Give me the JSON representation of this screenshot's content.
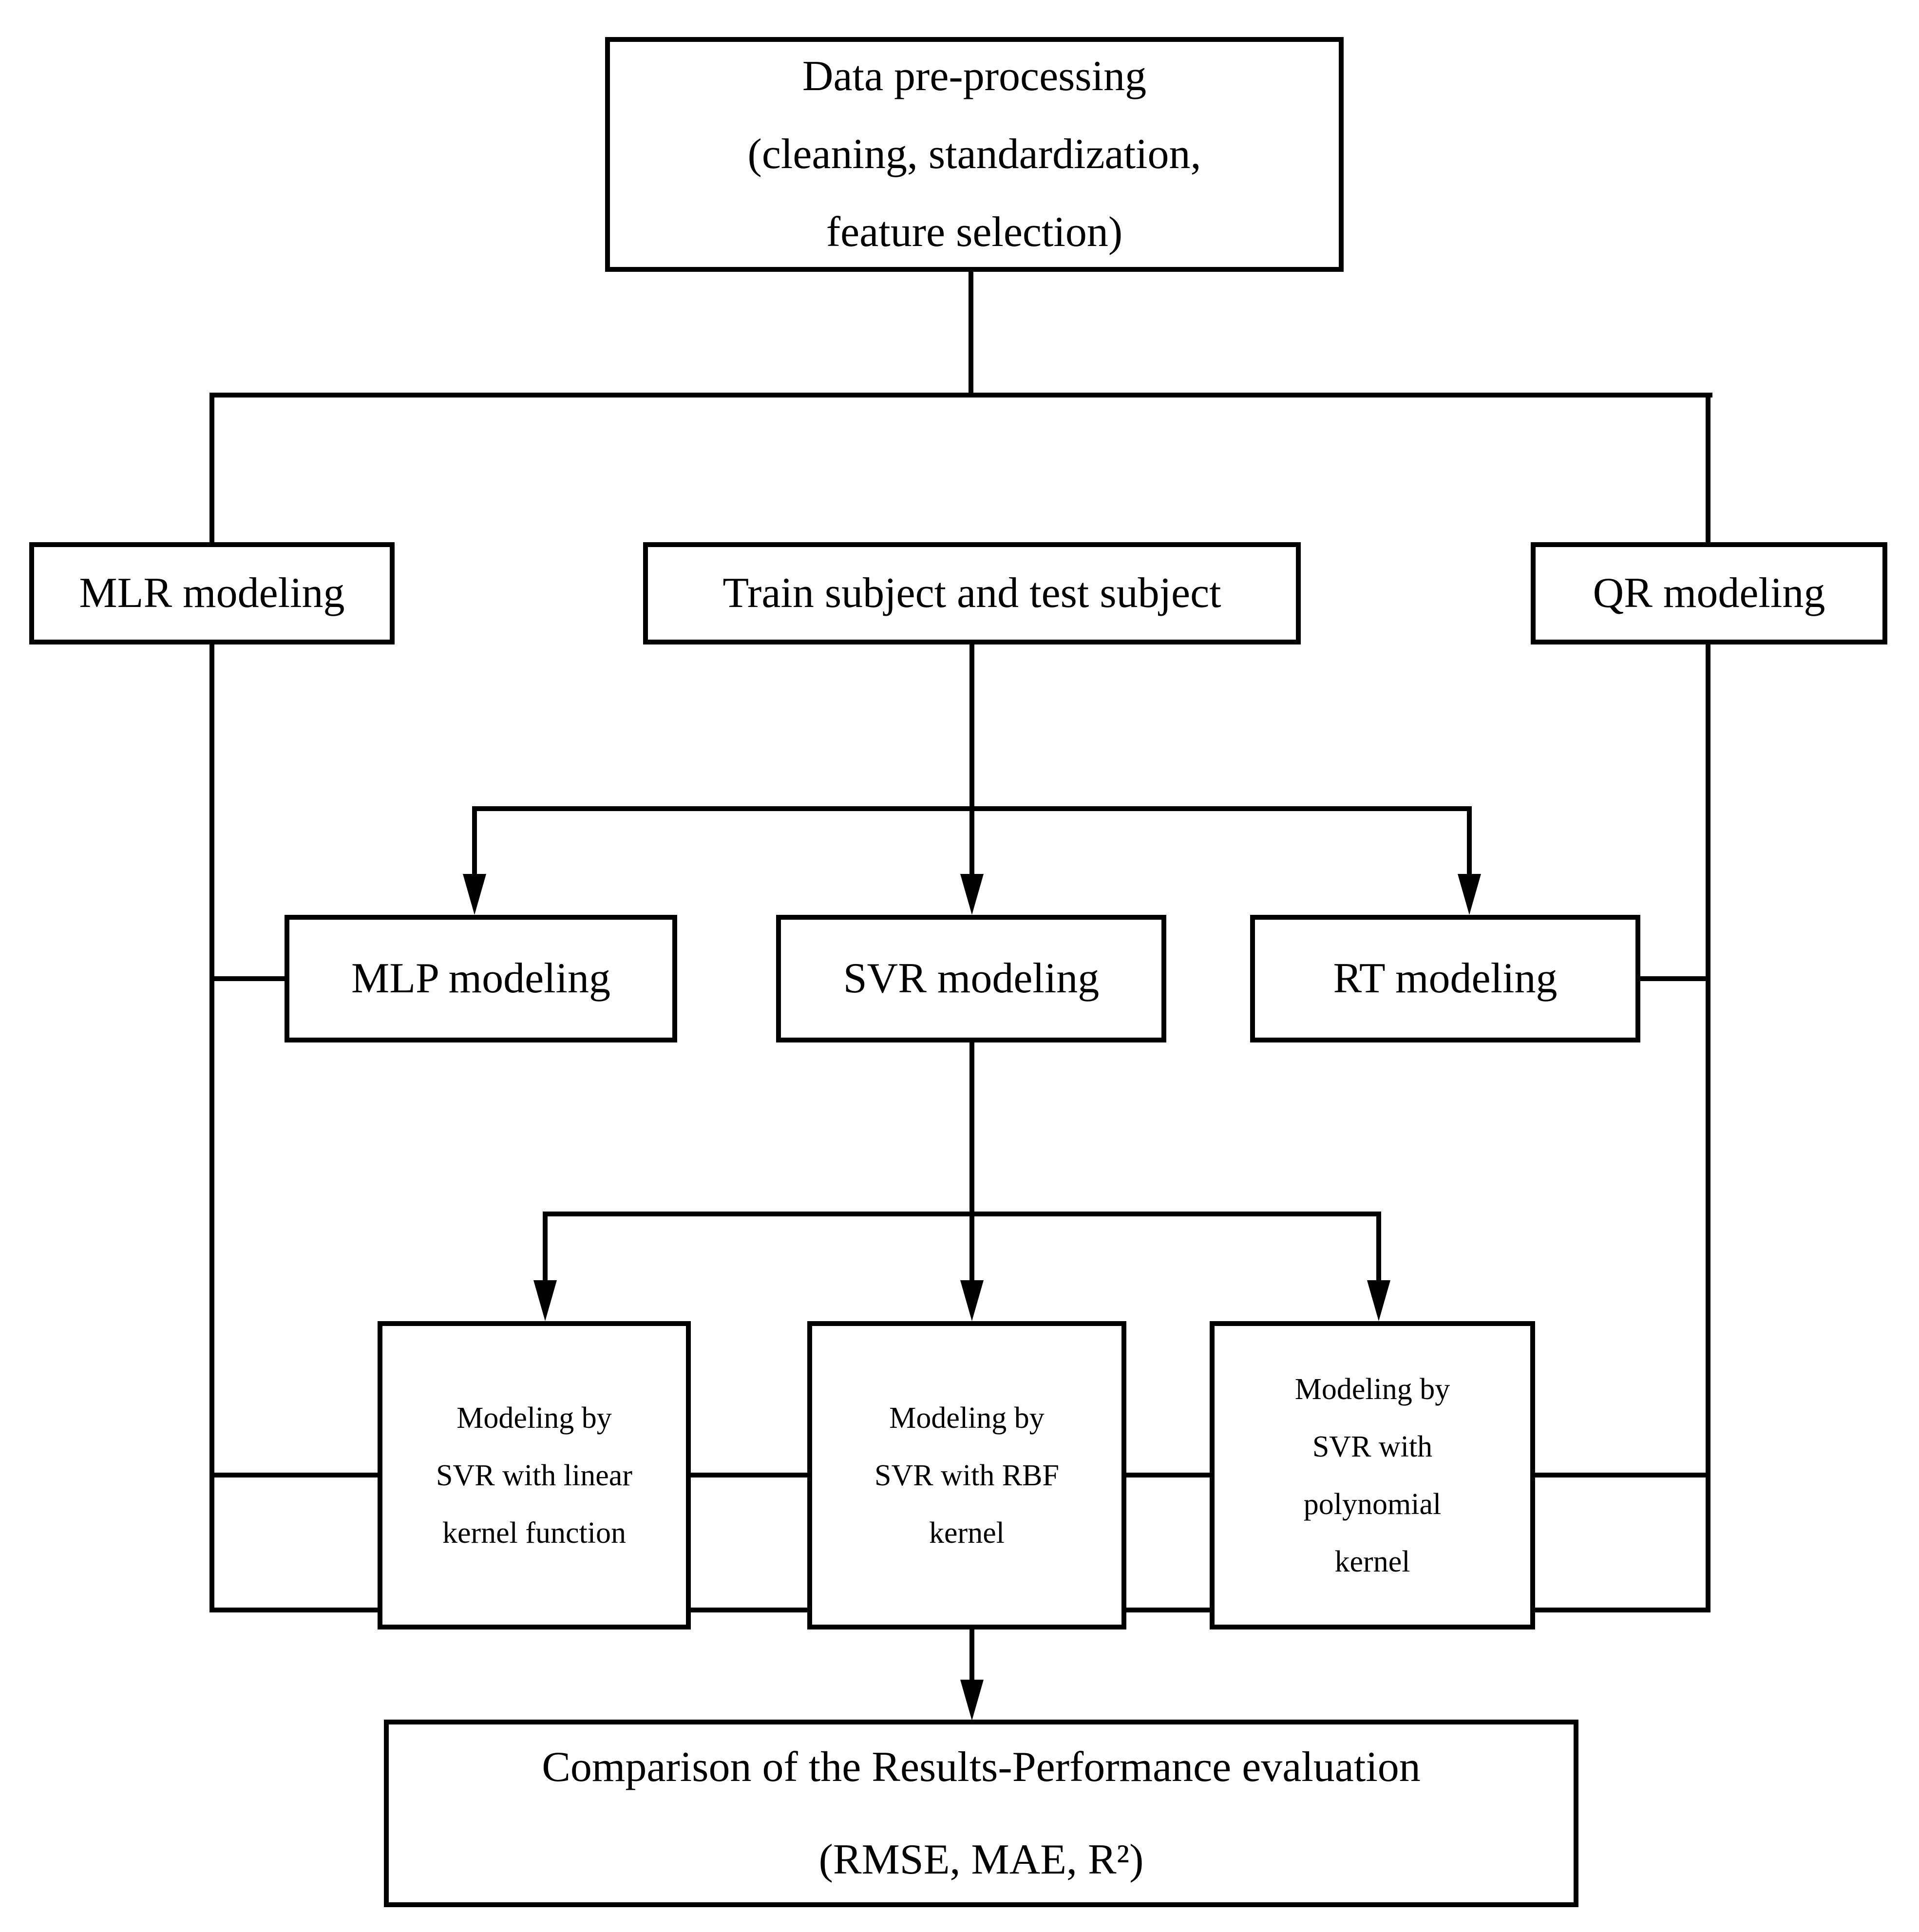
{
  "diagram": {
    "title": "Modeling workflow flowchart",
    "colors": {
      "line": "#000000",
      "background": "#ffffff",
      "text": "#000000"
    },
    "nodes": {
      "preprocessing": {
        "label": "Data pre-processing\n(cleaning, standardization,\nfeature selection)"
      },
      "mlr": {
        "label": "MLR modeling"
      },
      "train_test": {
        "label": "Train subject and test subject"
      },
      "qr": {
        "label": "QR modeling"
      },
      "mlp": {
        "label": "MLP modeling"
      },
      "svr": {
        "label": "SVR modeling"
      },
      "rt": {
        "label": "RT modeling"
      },
      "svr_linear": {
        "label": "Modeling by\nSVR with linear\nkernel function"
      },
      "svr_rbf": {
        "label": "Modeling by\nSVR with RBF\nkernel"
      },
      "svr_poly": {
        "label": "Modeling by\nSVR with\npolynomial\nkernel"
      },
      "comparison": {
        "label": "Comparison of the Results-Performance evaluation\n(RMSE, MAE, R²)"
      }
    },
    "edges": [
      "preprocessing -> mlr",
      "preprocessing -> train_test",
      "preprocessing -> qr",
      "train_test -> mlp",
      "train_test -> svr",
      "train_test -> rt",
      "svr -> svr_linear",
      "svr -> svr_rbf",
      "svr -> svr_poly",
      "mlr -> comparison",
      "qr -> comparison",
      "mlp -> comparison",
      "rt -> comparison",
      "svr_linear -> comparison",
      "svr_rbf -> comparison",
      "svr_poly -> comparison"
    ]
  }
}
